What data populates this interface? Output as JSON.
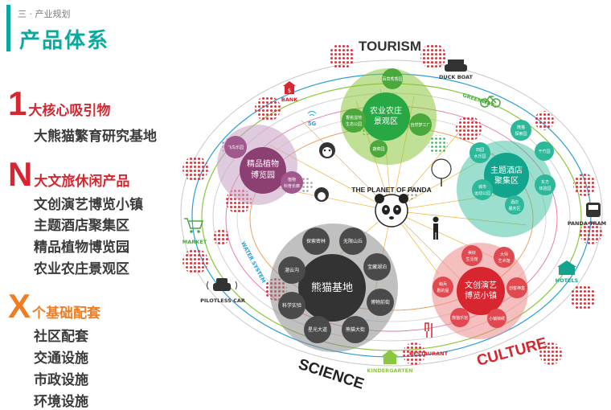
{
  "header": {
    "section_label": "三 · 产业规划",
    "title": "产品体系"
  },
  "colors": {
    "teal": "#0ba8a0",
    "red": "#d7262f",
    "orange": "#ef7d22",
    "gray_text": "#3b3b3b"
  },
  "groups": [
    {
      "letter": "1",
      "label": "大核心吸引物",
      "color": "#d7262f",
      "items": [
        "大熊猫繁育研究基地"
      ]
    },
    {
      "letter": "N",
      "label": "大文旅休闲产品",
      "color": "#d7262f",
      "items": [
        "文创演艺博览小镇",
        "主题酒店聚集区",
        "精品植物博览园",
        "农业农庄景观区"
      ]
    },
    {
      "letter": "X",
      "label": "个基础配套",
      "color": "#ef7d22",
      "items": [
        "社区配套",
        "交通设施",
        "市政设施",
        "环境设施"
      ]
    }
  ],
  "diagram": {
    "center": "THE PLANET OF PANDA",
    "quadrants": {
      "tourism": "TOURISM",
      "science": "SCIENCE",
      "culture": "CULTURE"
    },
    "ring_labels": {
      "greenway": "GREENWAY",
      "water_system": "WATER SYSTEM",
      "five_g": "5G"
    },
    "peripheral": {
      "bank": "BANK",
      "duck_boat": "DUCK BOAT",
      "market": "MARKET",
      "panda_tram": "PANDA TRAM",
      "hotels": "HOTELS",
      "pilotless_car": "PILOTLESS CAR",
      "restaurant": "RESTAURANT",
      "kindergarten": "KINDERGARTEN"
    },
    "clusters": {
      "agri": {
        "title": [
          "农业农庄",
          "景观区"
        ],
        "subs": [
          "百草秀香园",
          "香桃湿地",
          "生态公园",
          "自然梦工厂",
          "蔬菜园"
        ]
      },
      "hotel": {
        "title": [
          "主题酒店",
          "聚集区"
        ],
        "subs": [
          "熊猫",
          "探索园",
          "干竹园",
          "田园",
          "水乐园",
          "城市",
          "运动公园",
          "东方",
          "体验园",
          "酒店",
          "服务区"
        ]
      },
      "plant": {
        "title": [
          "精品植物",
          "博览园"
        ],
        "subs": [
          "飞鸟乐园",
          "植物",
          "科普长廊"
        ]
      },
      "panda": {
        "title": "熊猫基地",
        "subs": [
          "探索密林",
          "无限山丘",
          "溜云沟",
          "宝藏湖泊",
          "科学实验",
          "博物前街",
          "星光大道",
          "熊猫大街"
        ]
      },
      "culture": {
        "title": [
          "文创演艺",
          "博览小镇"
        ],
        "subs": [
          "美好",
          "生活馆",
          "大师",
          "艺术馆",
          "萌兵",
          "剧的屋",
          "创客神盒",
          "熊猫乐馆",
          "小镇锦绣"
        ]
      }
    }
  }
}
